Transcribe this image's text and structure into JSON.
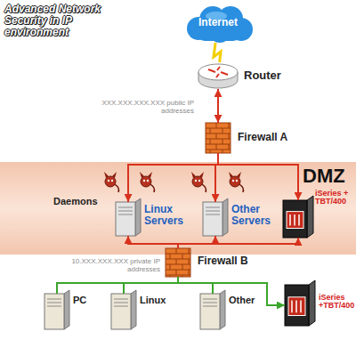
{
  "diagram": {
    "title": "Advanced Network Security in IP environment",
    "nodes": [
      {
        "text": [
          "Internet"
        ]
      },
      {
        "text": [
          "Router"
        ]
      },
      {
        "text": [
          "Firewall A"
        ]
      },
      {
        "text": [
          "DMZ"
        ]
      },
      {
        "text": [
          "Linux Servers"
        ],
        "in": 3
      },
      {
        "text": [
          "Other Servers"
        ],
        "in": 3
      },
      {
        "text": [
          "iSeries + TBT/400"
        ],
        "in": 3
      },
      {
        "text": [
          "Firewall B"
        ]
      },
      {
        "text": [
          "PC"
        ]
      },
      {
        "text": [
          "Linux"
        ]
      },
      {
        "text": [
          "Other"
        ]
      },
      {
        "text": [
          "iSeries +TBT/400"
        ]
      }
    ],
    "edges": [
      {
        "from": 1,
        "to": 0,
        "arrow": "none"
      },
      {
        "from": 1,
        "to": 2,
        "arrow": "both"
      },
      {
        "from": 2,
        "to": 4,
        "arrow": "to"
      },
      {
        "from": 2,
        "to": 5,
        "arrow": "to"
      },
      {
        "from": 2,
        "to": 6,
        "arrow": "to"
      },
      {
        "from": 7,
        "to": 4,
        "arrow": "to"
      },
      {
        "from": 7,
        "to": 5,
        "arrow": "to"
      },
      {
        "from": 7,
        "to": 6,
        "arrow": "to"
      },
      {
        "from": 7,
        "to": 8,
        "arrow": "none"
      },
      {
        "from": 7,
        "to": 9,
        "arrow": "none"
      },
      {
        "from": 7,
        "to": 10,
        "arrow": "none"
      },
      {
        "from": 7,
        "to": 11,
        "arrow": "to"
      }
    ],
    "labels": [
      "XXX.XXX.XXX.XXX public IP addresses",
      "Daemons",
      "10.XXX.XXX.XXX private IP addresses"
    ]
  }
}
